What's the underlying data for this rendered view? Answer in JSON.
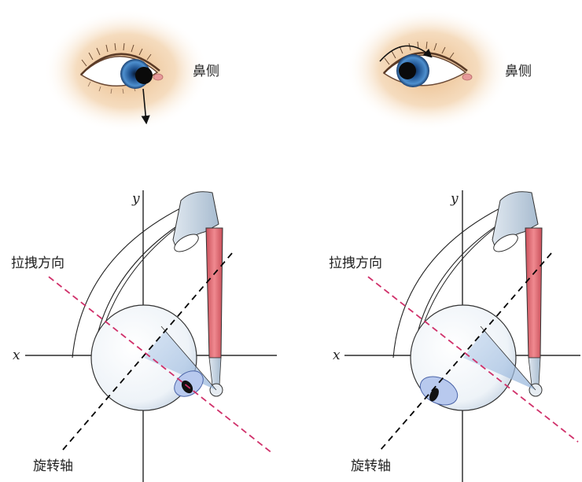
{
  "panels": [
    {
      "nasal_label": "鼻侧",
      "pull_direction_label": "拉拽方向",
      "rotation_axis_label": "旋转轴",
      "x_axis_label": "x",
      "y_axis_label": "y",
      "eye_movement": "depression"
    },
    {
      "nasal_label": "鼻侧",
      "pull_direction_label": "拉拽方向",
      "rotation_axis_label": "旋转轴",
      "x_axis_label": "x",
      "y_axis_label": "y",
      "eye_movement": "intorsion"
    }
  ],
  "colors": {
    "pull_line": "#d0306a",
    "axis_line": "#000000",
    "muscle": "#e06b73",
    "iris": "#2f6fb0",
    "skin": "#e8b47c"
  }
}
